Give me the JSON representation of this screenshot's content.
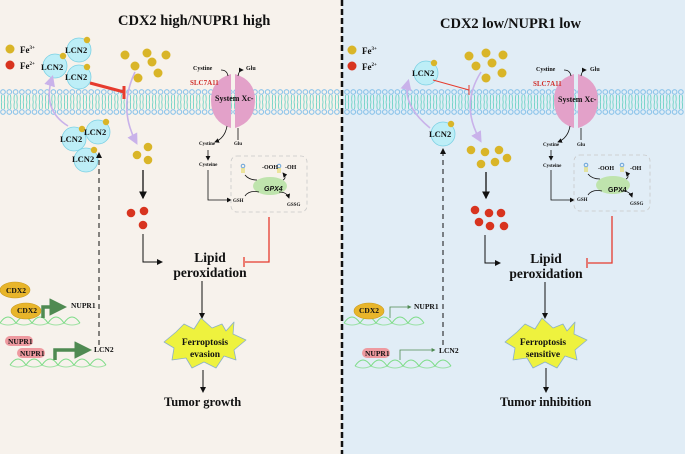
{
  "colors": {
    "left_bg": "#f7f2ec",
    "right_bg": "#e1edf6",
    "fe3": "#d9b528",
    "fe2": "#d8341f",
    "lcn2_fill": "#bdeef7",
    "lcn2_stroke": "#7cd1e4",
    "membrane_head": "#8cc4ea",
    "membrane_tail": "#5fcfbf",
    "system_xc": "#e3a1c9",
    "gpx4": "#bfe4ad",
    "inhibit": "#e63b2e",
    "arrow_purple": "#c9b2ea",
    "ferroptosis_fill": "#eef23e",
    "cdx2_fill": "#e8b52a",
    "nupr1_fill": "#ee9aa0",
    "gene_arrow": "#4f8a52",
    "dna": "#7cdc86"
  },
  "legend": {
    "fe3_label": "Fe",
    "fe3_sup": "3+",
    "fe2_label": "Fe",
    "fe2_sup": "2+"
  },
  "panels": [
    {
      "id": "left",
      "title": "CDX2 high/NUPR1 high",
      "lcn2_label": "LCN2",
      "slc7a11": "SLC7A11",
      "system_xc": "System Xc-",
      "cystine_top": "Cystine",
      "glu_top": "Glu",
      "cystine_bottom": "Cystine",
      "glu_bottom": "Glu",
      "cysteine": "Cysteine",
      "gsh": "GSH",
      "gssg": "GSSG",
      "gpx4": "GPX4",
      "ooh": "-OOH",
      "oh": "-OH",
      "lipid_line1": "Lipid",
      "lipid_line2": "peroxidation",
      "ferro_line1": "Ferroptosis",
      "ferro_line2": "evasion",
      "outcome": "Tumor growth",
      "cdx2": "CDX2",
      "nupr1": "NUPR1",
      "target_nupr1": "NUPR1",
      "target_lcn2": "LCN2",
      "expression": "high"
    },
    {
      "id": "right",
      "title": "CDX2 low/NUPR1 low",
      "lcn2_label": "LCN2",
      "slc7a11": "SLC7A11",
      "system_xc": "System Xc-",
      "cystine_top": "Cystine",
      "glu_top": "Glu",
      "cystine_bottom": "Cystine",
      "glu_bottom": "Glu",
      "cysteine": "Cysteine",
      "gsh": "GSH",
      "gssg": "GSSG",
      "gpx4": "GPX4",
      "ooh": "-OOH",
      "oh": "-OH",
      "lipid_line1": "Lipid",
      "lipid_line2": "peroxidation",
      "ferro_line1": "Ferroptosis",
      "ferro_line2": "sensitive",
      "outcome": "Tumor inhibition",
      "cdx2": "CDX2",
      "nupr1": "NUPR1",
      "target_nupr1": "NUPR1",
      "target_lcn2": "LCN2",
      "expression": "low"
    }
  ]
}
